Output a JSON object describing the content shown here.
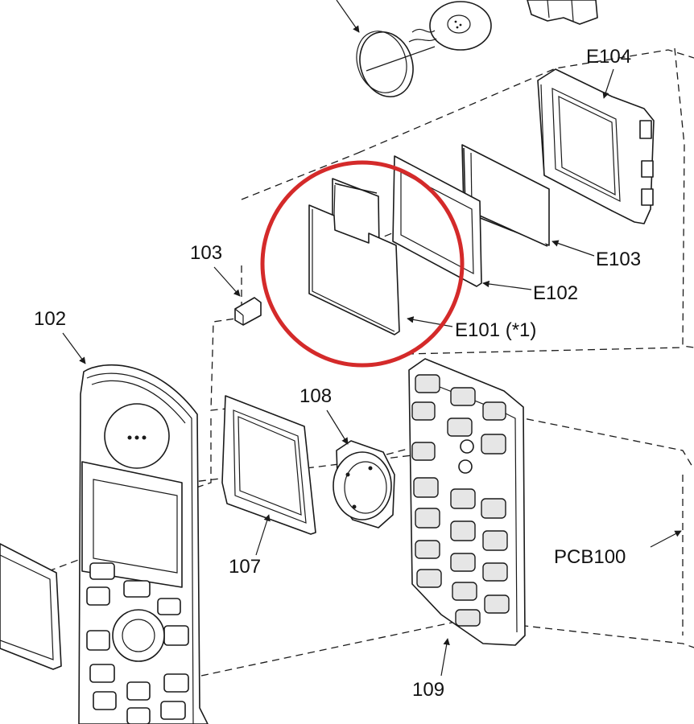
{
  "labels": {
    "e104": "E104",
    "e103": "E103",
    "e102": "E102",
    "e101": "E101 (*1)",
    "p103": "103",
    "p102": "102",
    "p108": "108",
    "p107": "107",
    "pcb100": "PCB100",
    "p109": "109"
  },
  "colors": {
    "highlight_circle": "#d42a2a",
    "line_art": "#1a1a1a",
    "background": "#ffffff"
  }
}
